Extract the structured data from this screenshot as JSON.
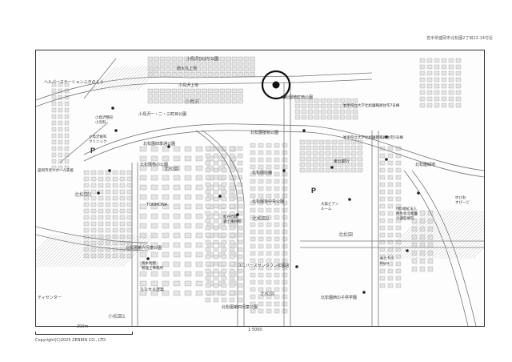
{
  "header": {
    "address": "岩手県盛岡市北松園2丁目22-14付近"
  },
  "footer": {
    "scale_distance": "200m",
    "scale_ratio": "1:5000",
    "copyright": "Copyright(C)2025 ZENRIN CO., LTD."
  },
  "labels": {
    "health_station": "ヘルパーステーションふきのとう",
    "park_hibari": "小鳥沢ひばり公園",
    "minami_daimaru": "南大丸上地",
    "komori_higashi": "小鳥沢上地",
    "district_kotorisawa": "小鳥沢",
    "park_kotorisawa3": "小鳥沢一・二・三町目公園",
    "kotorisawa_clinic1": "小鳥沢整形\n小児科",
    "kotorisawa_clinic2": "小鳥沢歯科\nクリニック",
    "nursing_home": "盛岡市老人ホーム支援",
    "park_kitamatsuzono_top": "北松園徳町西公園",
    "park_kitamatsuzono_2": "北松園植物公園",
    "park_kitamatsuzono_3": "北松園四季通公園",
    "park_kitamatsuzono_4": "北松園物の公園",
    "uni_housing": "岩手県立大学北松園職員住宅7号棟",
    "uni_housing2": "岩手県立大学北松園教職員住宅5号棟",
    "park_lot": "北松園緑地",
    "toyo_bank": "東北銀行",
    "shrine": "ゆびお\nすびーど",
    "welfare_corp": "(福)福祉法人\n共生会北松園\n介護医療院",
    "district_kitamatsuzono_sub": "北松園",
    "tonomona": "TONMONA",
    "park_naka": "北松園道中央公園",
    "kitamatsuzono_store": "北松園店舗",
    "kitamatsuzono_toyo": "大森ビアン\nルーム",
    "office_kk": "松谷行政\n書士事務所",
    "district_matsuzono2": "北松園2",
    "district_kitamatsu": "北松園",
    "kita_kids_park": "北松園第六児童公園",
    "tax_office": "高木利男\n税理士事務所",
    "universe_store": "ユニバースサンタウン松園店",
    "nanase_bldg": "ななせる建築",
    "kita_matsuzono_3": "北松園",
    "kitamatsu_kids": "北松園西の子供学園",
    "park_kodomo": "北松園第四児童公園",
    "center_ttl": "ティセンター",
    "district_kita3": "北松園3",
    "okotokiya": "おとりえ\nKaya",
    "park_kita_child": "北松園第四児童公園",
    "komatsu_d1": "小松園1",
    "district_kita4": "北松園4",
    "kita_ward": "北松園1",
    "kita_left": "北松園1"
  },
  "colors": {
    "road": "#ffffff",
    "block": "#e4e4e4",
    "block_line": "#888888",
    "marker": "#111111"
  },
  "icons": {
    "target_marker": "circle-pin-icon",
    "parking": "parking-icon",
    "park": "park-icon",
    "school": "school-icon"
  }
}
